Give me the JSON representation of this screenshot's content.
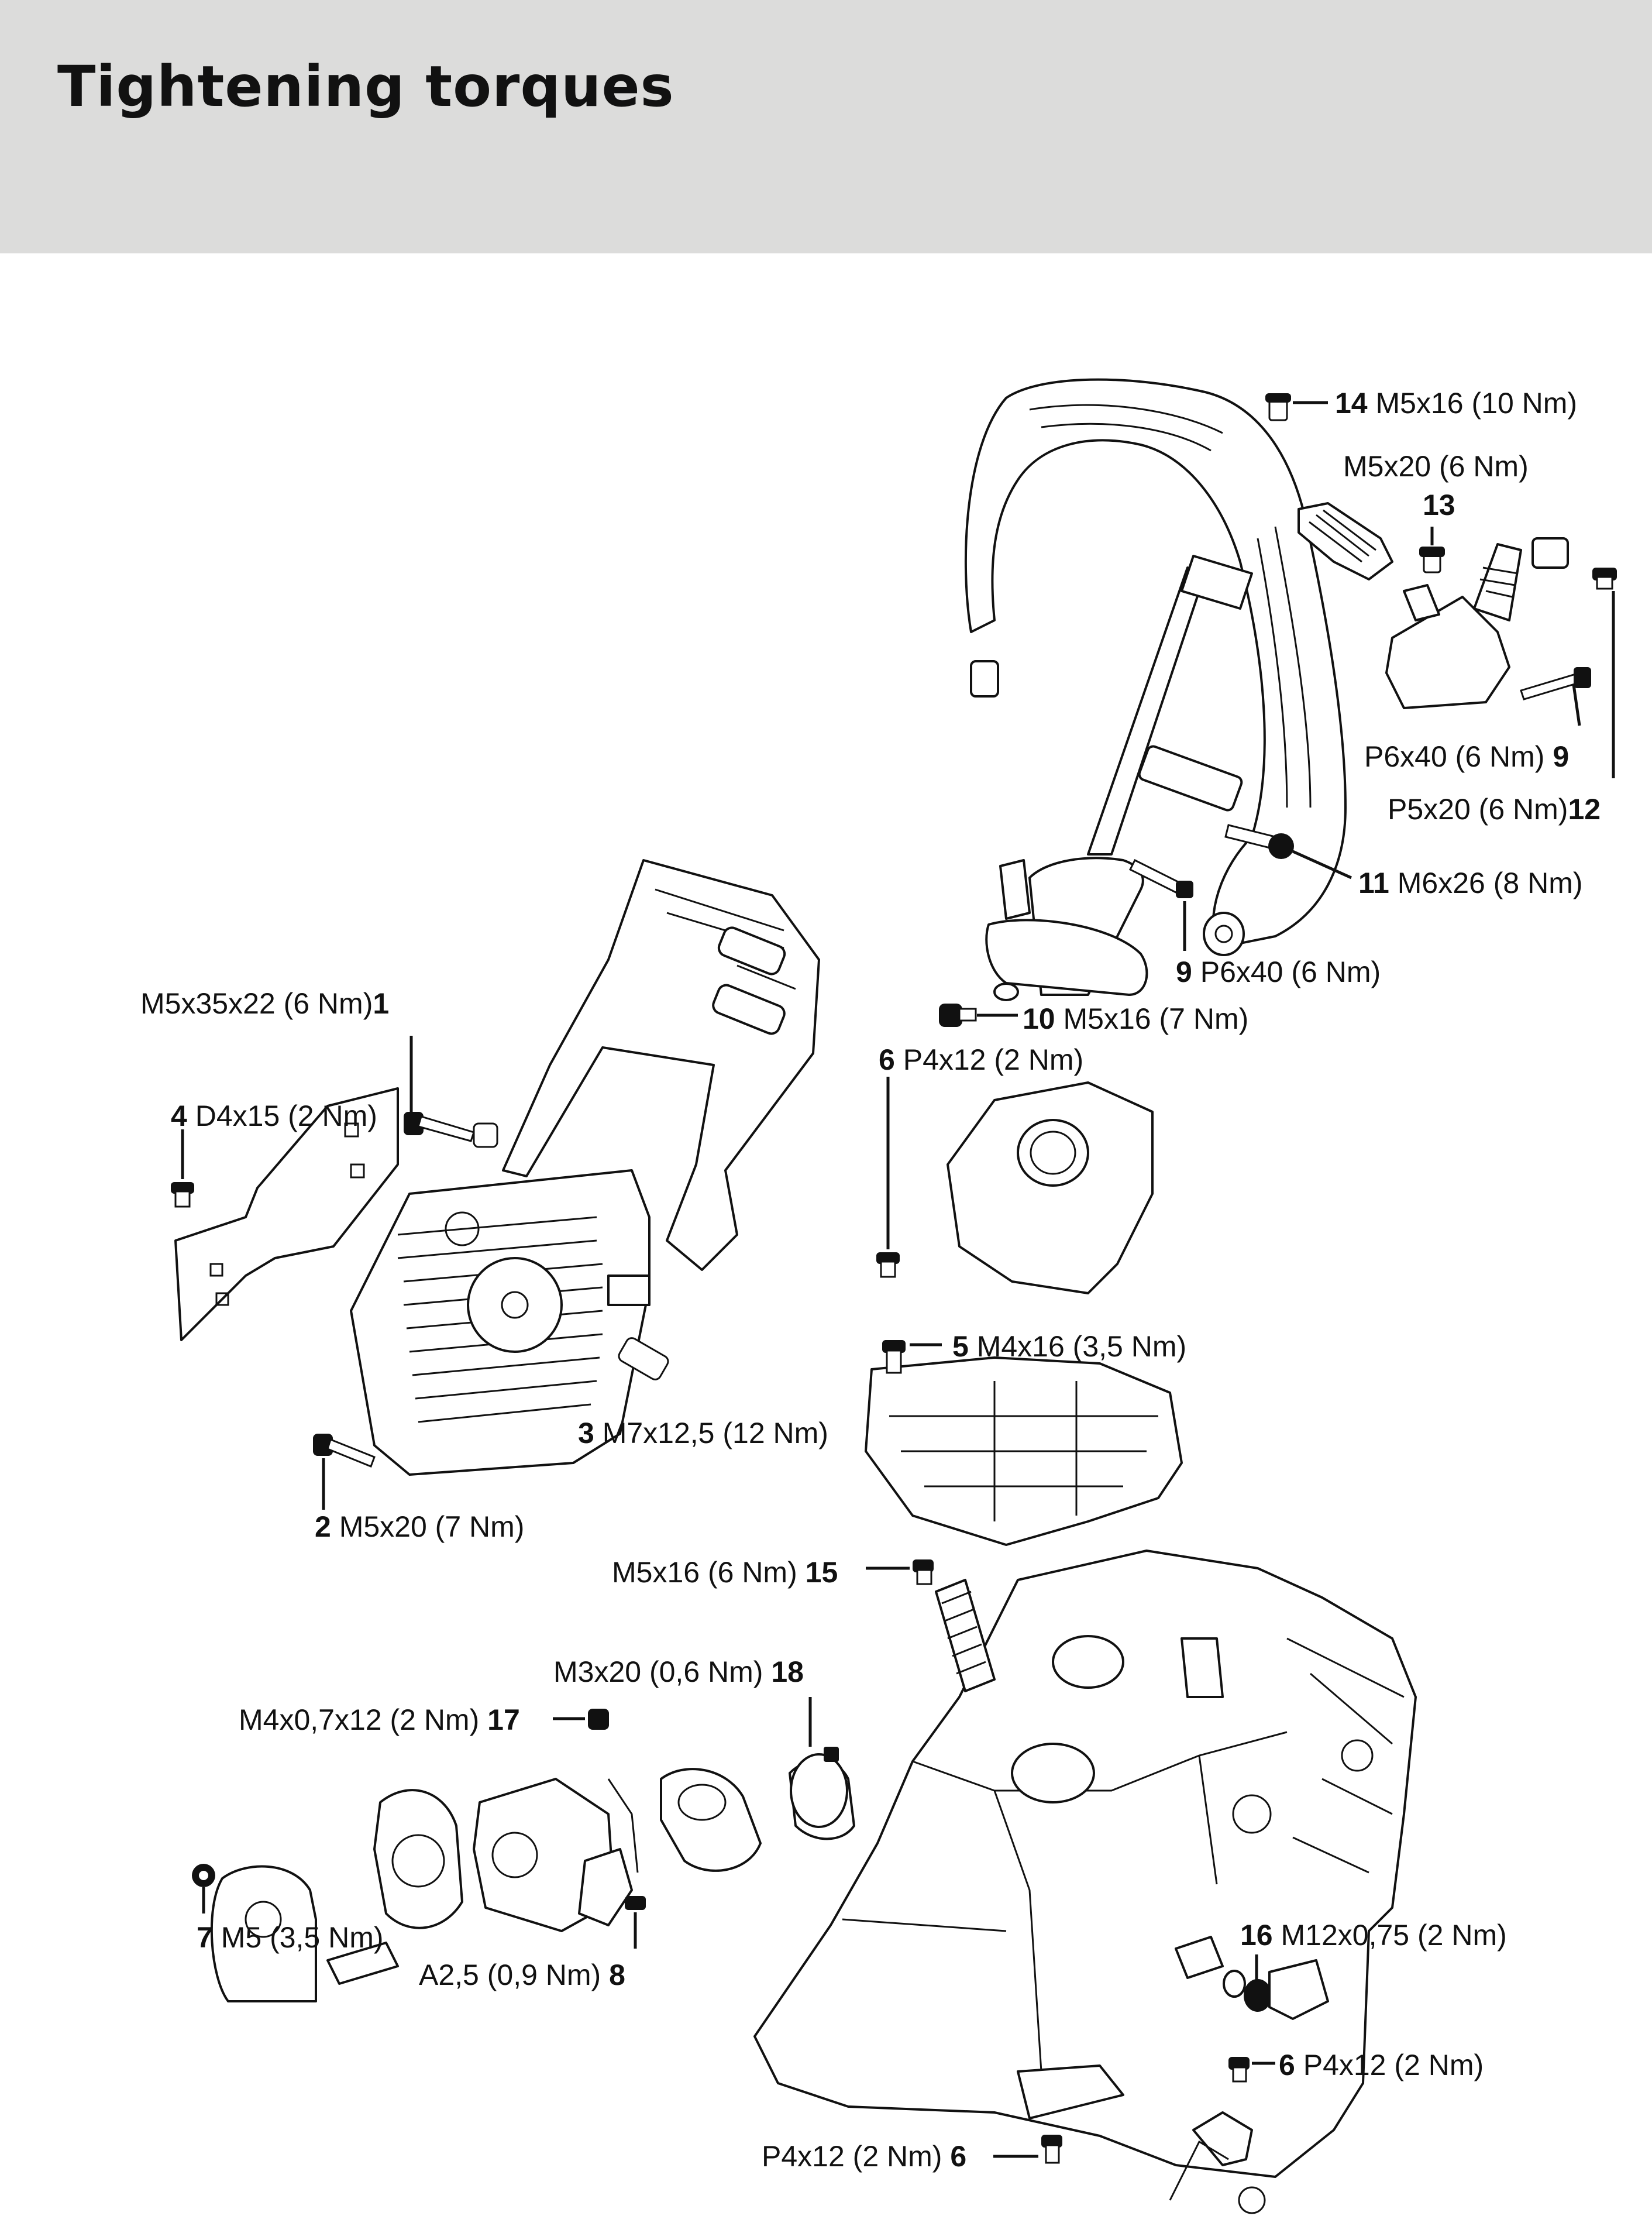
{
  "title": "Tightening torques",
  "labels": [
    {
      "num": "14",
      "spec": "M5x16 (10 Nm)"
    },
    {
      "num": "13",
      "spec": "M5x20 (6 Nm)"
    },
    {
      "num": "9",
      "spec": "P6x40 (6 Nm)"
    },
    {
      "num": "12",
      "spec": "P5x20 (6 Nm)"
    },
    {
      "num": "11",
      "spec": "M6x26 (8 Nm)"
    },
    {
      "num": "9",
      "spec": "P6x40 (6 Nm)"
    },
    {
      "num": "1",
      "spec": "M5x35x22 (6 Nm)"
    },
    {
      "num": "10",
      "spec": "M5x16 (7 Nm)"
    },
    {
      "num": "6",
      "spec": "P4x12 (2 Nm)"
    },
    {
      "num": "4",
      "spec": "D4x15 (2 Nm)"
    },
    {
      "num": "5",
      "spec": "M4x16 (3,5 Nm)"
    },
    {
      "num": "3",
      "spec": "M7x12,5 (12 Nm)"
    },
    {
      "num": "2",
      "spec": "M5x20 (7 Nm)"
    },
    {
      "num": "15",
      "spec": "M5x16 (6 Nm)"
    },
    {
      "num": "18",
      "spec": "M3x20 (0,6 Nm)"
    },
    {
      "num": "17",
      "spec": "M4x0,7x12 (2 Nm)"
    },
    {
      "num": "7",
      "spec": "M5 (3,5 Nm)"
    },
    {
      "num": "8",
      "spec": "A2,5 (0,9 Nm)"
    },
    {
      "num": "16",
      "spec": "M12x0,75 (2 Nm)"
    },
    {
      "num": "6",
      "spec": "P4x12 (2 Nm)"
    },
    {
      "num": "6",
      "spec": "P4x12 (2 Nm)"
    }
  ]
}
